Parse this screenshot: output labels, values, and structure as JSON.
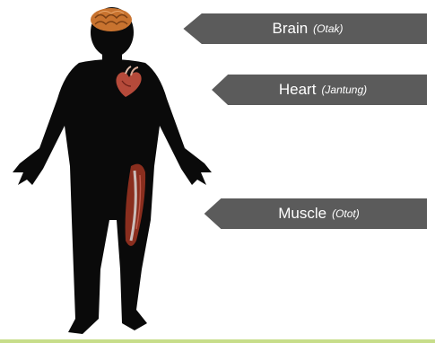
{
  "labels": {
    "brain": {
      "en": "Brain",
      "id": "(Otak)"
    },
    "heart": {
      "en": "Heart",
      "id": "(Jantung)"
    },
    "muscle": {
      "en": "Muscle",
      "id": "(Otot)"
    }
  },
  "colors": {
    "silhouette": "#0a0a0a",
    "label_bg": "#5b5b5b",
    "label_text": "#ffffff",
    "brain": "#c8732f",
    "heart": "#b54a3a",
    "muscle": "#8a2e1e",
    "accent_line": "#c7dd8a"
  },
  "icons": [
    "human-silhouette",
    "brain-icon",
    "heart-icon",
    "muscle-icon"
  ]
}
